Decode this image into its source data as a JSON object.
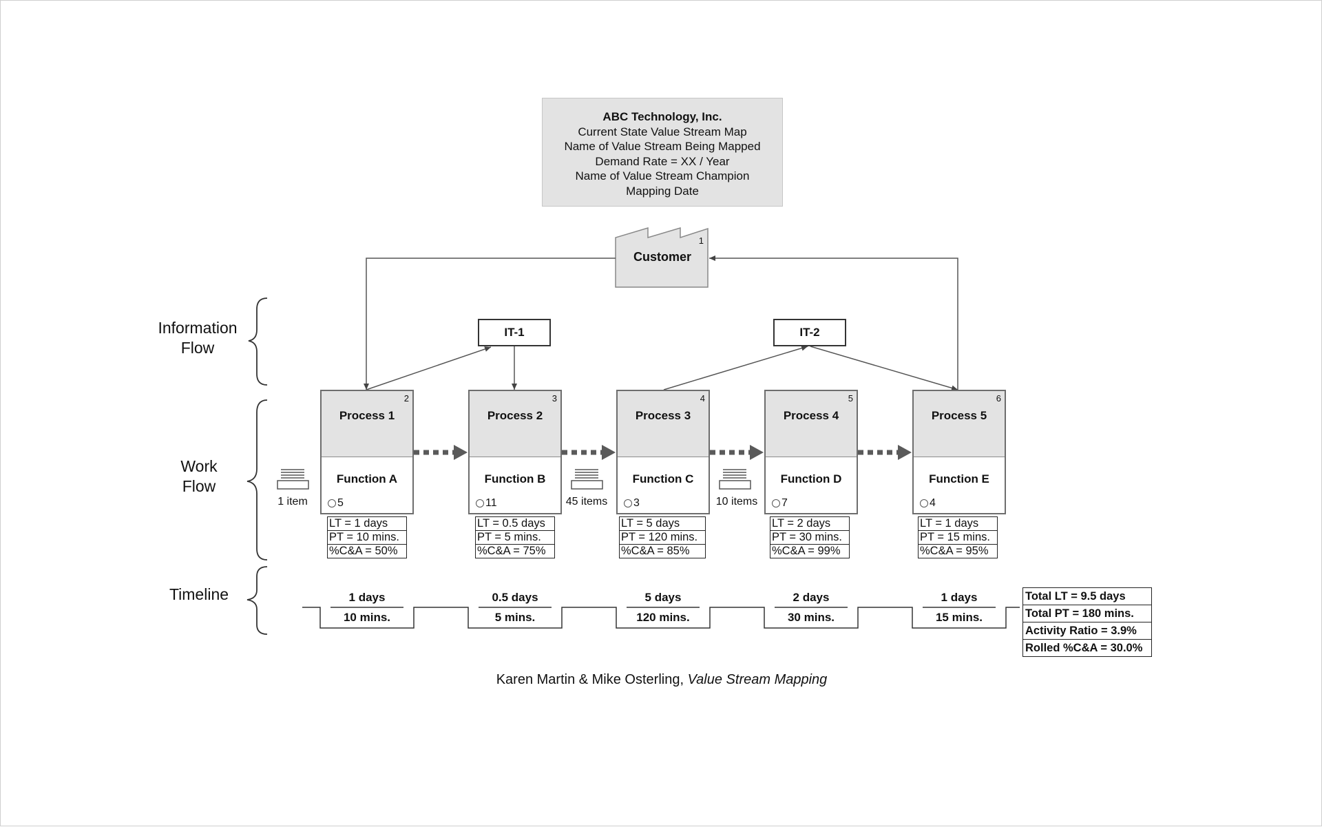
{
  "header": {
    "company": "ABC Technology, Inc.",
    "lines": [
      "Current State Value Stream Map",
      "Name of Value Stream Being Mapped",
      "Demand Rate = XX / Year",
      "Name of Value Stream Champion",
      "Mapping Date"
    ]
  },
  "side_labels": {
    "information_flow": [
      "Information",
      "Flow"
    ],
    "work_flow": [
      "Work",
      "Flow"
    ],
    "timeline": "Timeline"
  },
  "customer": {
    "label": "Customer",
    "number": "1"
  },
  "it_systems": [
    "IT-1",
    "IT-2"
  ],
  "processes": [
    {
      "name": "Process 1",
      "function": "Function A",
      "number": "2",
      "operators": "5",
      "lt": "LT = 1 days",
      "pt": "PT = 10 mins.",
      "ca": "%C&A = 50%"
    },
    {
      "name": "Process 2",
      "function": "Function B",
      "number": "3",
      "operators": "11",
      "lt": "LT = 0.5 days",
      "pt": "PT = 5 mins.",
      "ca": "%C&A = 75%"
    },
    {
      "name": "Process 3",
      "function": "Function C",
      "number": "4",
      "operators": "3",
      "lt": "LT = 5 days",
      "pt": "PT = 120 mins.",
      "ca": "%C&A = 85%"
    },
    {
      "name": "Process 4",
      "function": "Function D",
      "number": "5",
      "operators": "7",
      "lt": "LT = 2 days",
      "pt": "PT = 30 mins.",
      "ca": "%C&A = 99%"
    },
    {
      "name": "Process 5",
      "function": "Function E",
      "number": "6",
      "operators": "4",
      "lt": "LT = 1 days",
      "pt": "PT = 15 mins.",
      "ca": "%C&A = 95%"
    }
  ],
  "inventory": [
    "1 item",
    "45 items",
    "10 items"
  ],
  "timeline": {
    "lead_times": [
      "1 days",
      "0.5 days",
      "5 days",
      "2 days",
      "1 days"
    ],
    "process_times": [
      "10 mins.",
      "5 mins.",
      "120 mins.",
      "30 mins.",
      "15 mins."
    ]
  },
  "totals": {
    "total_lt": "Total LT = 9.5 days",
    "total_pt": "Total PT = 180 mins.",
    "activity_ratio": "Activity Ratio = 3.9%",
    "rolled_ca": "Rolled %C&A = 30.0%"
  },
  "credit": {
    "authors": "Karen Martin & Mike Osterling, ",
    "title": "Value Stream Mapping"
  },
  "colors": {
    "box_fill": "#e3e3e3",
    "arrow_gray": "#5a5a5a",
    "line": "#555555"
  }
}
